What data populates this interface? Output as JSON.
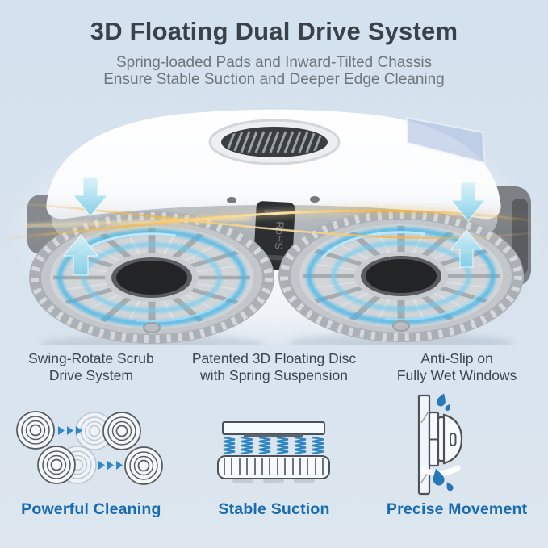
{
  "header": {
    "title": "3D Floating Dual Drive System",
    "subtitle_line1": "Spring-loaded Pads and Inward-Tilted Chassis",
    "subtitle_line2": "Ensure Stable Suction and Deeper Edge Cleaning"
  },
  "product": {
    "compliance_text": "RoHS"
  },
  "features": [
    {
      "heading_line1": "Swing-Rotate Scrub",
      "heading_line2": "Drive System",
      "caption": "Powerful Cleaning",
      "icon": "swing-rotate-discs-icon"
    },
    {
      "heading_line1": "Patented 3D Floating Disc",
      "heading_line2": "with Spring Suspension",
      "caption": "Stable Suction",
      "icon": "spring-suspension-icon"
    },
    {
      "heading_line1": "Anti-Slip on",
      "heading_line2": "Fully Wet Windows",
      "caption": "Precise Movement",
      "icon": "wet-window-grip-icon"
    }
  ],
  "colors": {
    "background": "#d8e3ee",
    "title_text": "#3a4148",
    "subtitle_text": "#6f757c",
    "heading_text": "#3d444c",
    "caption_blue": "#1a6cb0",
    "accent_cyan": "#7fcfe8",
    "glow_blue": "#41b6ea",
    "accent_gold": "#f2b53f",
    "spring_blue": "#2d86c3",
    "droplet_blue": "#2878b8"
  }
}
